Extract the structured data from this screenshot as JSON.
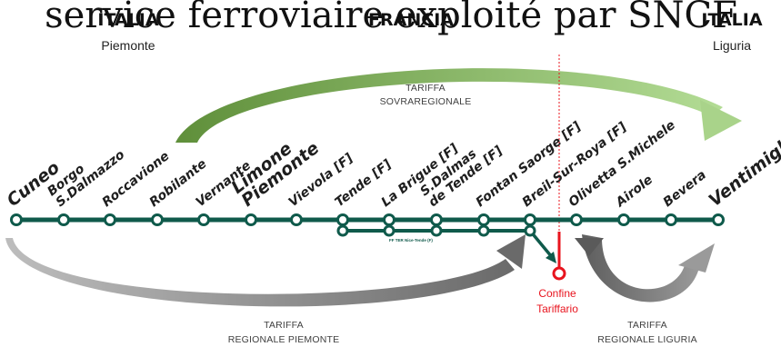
{
  "header": {
    "title": "service ferroviaire exploité par SNCF"
  },
  "regions": {
    "left": {
      "country": "ITALIA",
      "region": "Piemonte"
    },
    "center": {
      "country": "FRANCIA"
    },
    "right": {
      "country": "ITALIA",
      "region": "Liguria"
    }
  },
  "stations": [
    {
      "id": "cuneo",
      "lines": [
        "Cuneo"
      ],
      "major": true
    },
    {
      "id": "borgo",
      "lines": [
        "Borgo",
        "S.Dalmazzo"
      ],
      "major": false
    },
    {
      "id": "roccavione",
      "lines": [
        "Roccavione"
      ],
      "major": false
    },
    {
      "id": "robilante",
      "lines": [
        "Robilante"
      ],
      "major": false
    },
    {
      "id": "vernante",
      "lines": [
        "Vernante"
      ],
      "major": false
    },
    {
      "id": "limone",
      "lines": [
        "Limone",
        "Piemonte"
      ],
      "major": true
    },
    {
      "id": "vievola",
      "lines": [
        "Vievola [F]"
      ],
      "major": false
    },
    {
      "id": "tende",
      "lines": [
        "Tende [F]"
      ],
      "major": false
    },
    {
      "id": "labrigue",
      "lines": [
        "La Brigue [F]"
      ],
      "major": false
    },
    {
      "id": "sdalmas",
      "lines": [
        "S.Dalmas",
        "de Tende [F]"
      ],
      "major": false
    },
    {
      "id": "fontan",
      "lines": [
        "Fontan Saorge [F]"
      ],
      "major": false
    },
    {
      "id": "breil",
      "lines": [
        "Breil-Sur-Roya [F]"
      ],
      "major": false
    },
    {
      "id": "olivetta",
      "lines": [
        "Olivetta S.Michele"
      ],
      "major": false
    },
    {
      "id": "airole",
      "lines": [
        "Airole"
      ],
      "major": false
    },
    {
      "id": "bevera",
      "lines": [
        "Bevera"
      ],
      "major": false
    },
    {
      "id": "ventimiglia",
      "lines": [
        "Ventimiglia"
      ],
      "major": true
    }
  ],
  "branch_label": "FF TER Nice-Tende (F)",
  "tariffs": {
    "sovraregionale": {
      "line1": "TARIFFA",
      "line2": "SOVRAREGIONALE"
    },
    "piemonte": {
      "line1": "TARIFFA",
      "line2": "REGIONALE PIEMONTE"
    },
    "liguria": {
      "line1": "TARIFFA",
      "line2": "REGIONALE LIGURIA"
    }
  },
  "confine": {
    "line1": "Confine",
    "line2": "Tariffario"
  },
  "colors": {
    "line": "#0f5a4b",
    "station_fill": "#ffffff",
    "confine": "#e8141e",
    "arrow_gray": "#6f6f6f",
    "arrow_green_dark": "#5f8f3a",
    "arrow_green_light": "#a9d38a"
  }
}
